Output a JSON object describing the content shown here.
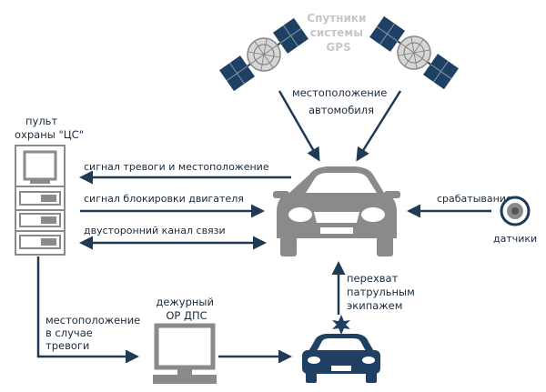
{
  "satellites_label": [
    "Спутники",
    "системы",
    "GPS"
  ],
  "position_label": [
    "местоположение",
    "автомобиля"
  ],
  "console_label": [
    "пульт",
    "охраны \"ЦС\""
  ],
  "channels": {
    "alarm": "сигнал тревоги и местоположение",
    "block": "сигнал блокировки двигателя",
    "duplex": "двусторонний канал связи"
  },
  "trigger_label": "срабатывание",
  "sensors_label": "датчики",
  "duty_label": [
    "дежурный",
    "ОР ДПС"
  ],
  "alarm_location_label": [
    "местоположение",
    "в случае",
    "тревоги"
  ],
  "intercept_label": [
    "перехват",
    "патрульным",
    "экипажем"
  ],
  "colors": {
    "arrow": "#1e3a55",
    "device": "#8a8a8a",
    "device_light": "#bdbdbd",
    "police_car": "#1f3f63"
  }
}
